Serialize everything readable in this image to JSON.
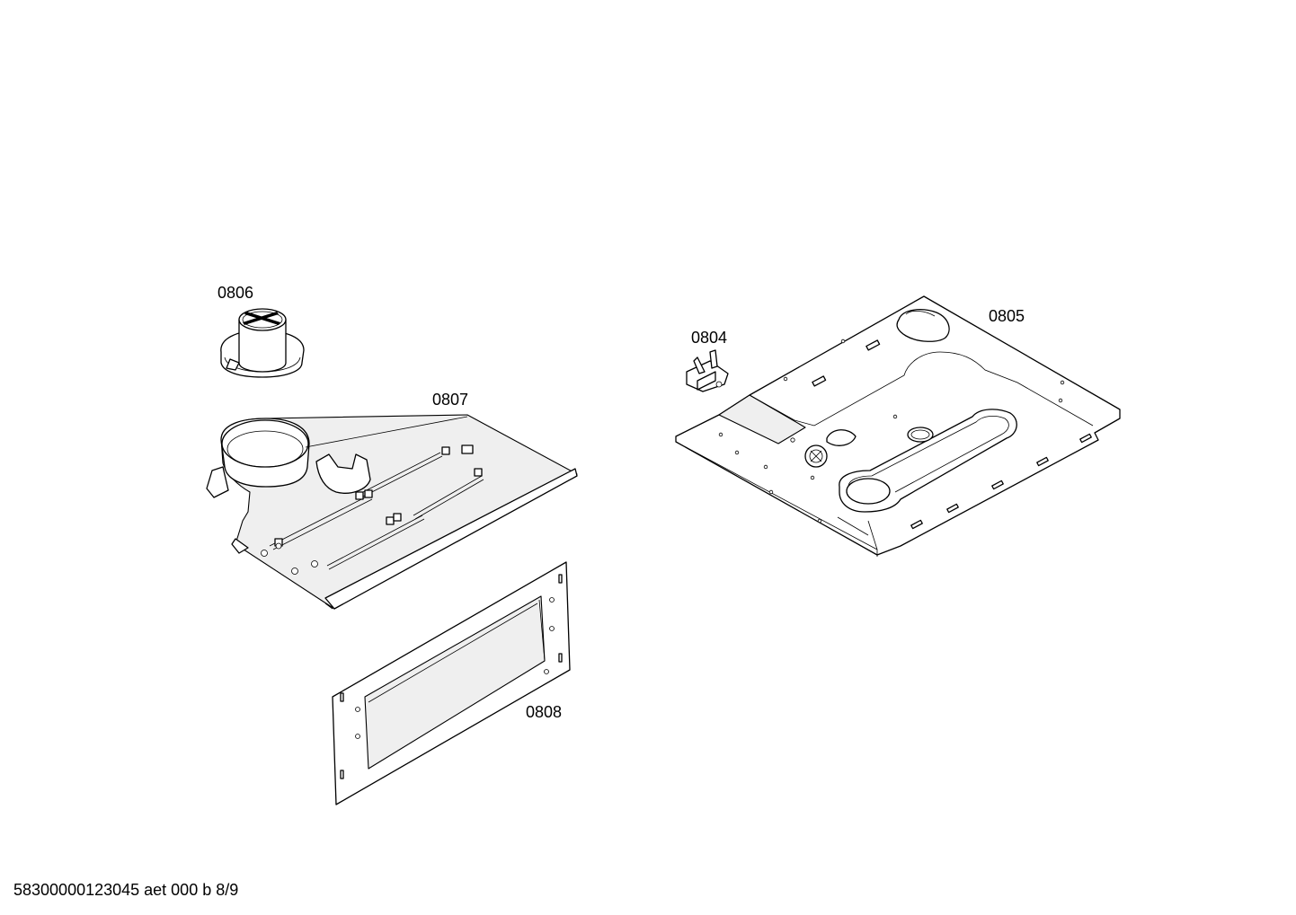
{
  "parts": [
    {
      "id": "part-0804",
      "label": "0804"
    },
    {
      "id": "part-0805",
      "label": "0805"
    },
    {
      "id": "part-0806",
      "label": "0806"
    },
    {
      "id": "part-0807",
      "label": "0807"
    },
    {
      "id": "part-0808",
      "label": "0808"
    }
  ],
  "footer": {
    "drawing_ref": "58300000123045 aet 000 b 8/9"
  }
}
